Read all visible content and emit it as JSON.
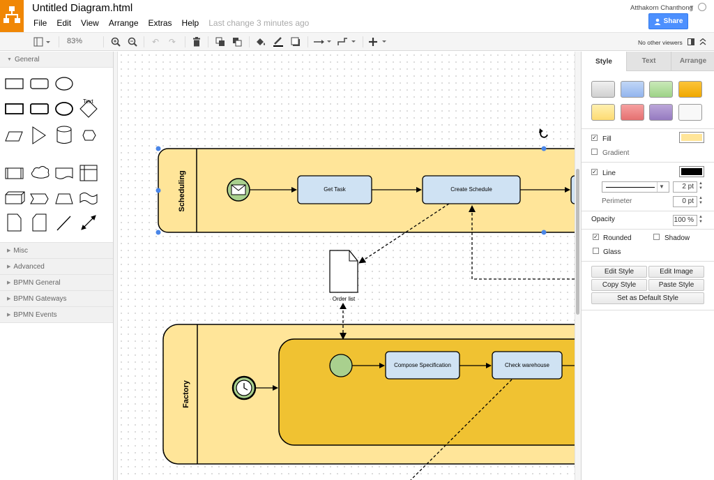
{
  "app": {
    "title": "Untitled Diagram.html",
    "menu": [
      "File",
      "Edit",
      "View",
      "Arrange",
      "Extras",
      "Help"
    ],
    "last_change": "Last change 3 minutes ago",
    "user": "Atthakorn Chanthong",
    "share_label": "Share",
    "logo_icon": "drawio-logo-icon",
    "accent": "#f08705"
  },
  "toolbar": {
    "zoom": "83%",
    "viewers": "No other viewers",
    "icons": [
      "page-view-icon",
      "zoom-in-icon",
      "zoom-out-icon",
      "undo-icon",
      "redo-icon",
      "delete-icon",
      "to-front-icon",
      "to-back-icon",
      "fill-color-icon",
      "line-color-icon",
      "shadow-icon",
      "connection-icon",
      "waypoints-icon",
      "insert-icon",
      "format-panel-icon",
      "collapse-icon"
    ]
  },
  "sidebar": {
    "general_label": "General",
    "text_shape_label": "Text",
    "sections": [
      "Misc",
      "Advanced",
      "BPMN General",
      "BPMN Gateways",
      "BPMN Events"
    ]
  },
  "diagram": {
    "pool1_label": "Scheduling",
    "pool2_label": "Factory",
    "task_get": "Get Task",
    "task_create": "Create Schedule",
    "doc_label": "Order list",
    "task_compose": "Compose Specification",
    "task_check": "Check warehouse"
  },
  "panel": {
    "tabs": [
      "Style",
      "Text",
      "Arrange"
    ],
    "swatches": [
      "#e6e6e6",
      "#a8c4f0",
      "#b0dd9b",
      "#f9b30b",
      "#fde590",
      "#f08080",
      "#a48cc9",
      "#f5f5f5"
    ],
    "fill_label": "Fill",
    "fill_color": "#ffe599",
    "gradient_label": "Gradient",
    "line_label": "Line",
    "line_color": "#000000",
    "line_width": "2 pt",
    "perimeter_label": "Perimeter",
    "perimeter_value": "0 pt",
    "opacity_label": "Opacity",
    "opacity_value": "100 %",
    "rounded_label": "Rounded",
    "shadow_label": "Shadow",
    "glass_label": "Glass",
    "buttons": {
      "edit_style": "Edit Style",
      "edit_image": "Edit Image",
      "copy_style": "Copy Style",
      "paste_style": "Paste Style",
      "set_default": "Set as Default Style"
    }
  }
}
